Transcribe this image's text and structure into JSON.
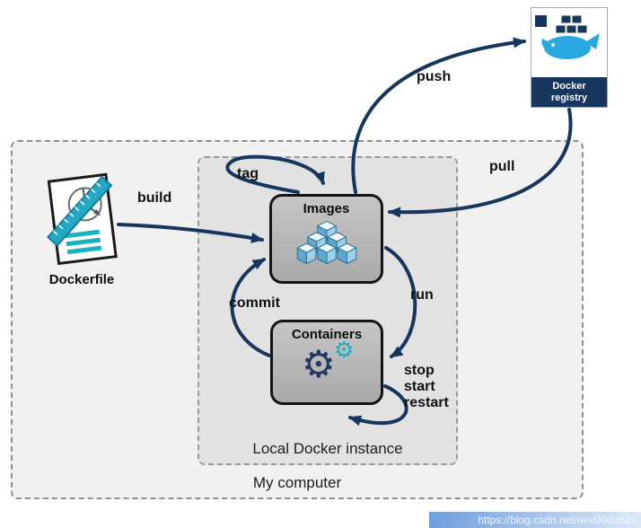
{
  "diagram": {
    "outer": {
      "label": "My computer"
    },
    "inner": {
      "label": "Local Docker instance"
    },
    "nodes": {
      "dockerfile": {
        "label": "Dockerfile"
      },
      "images": {
        "label": "Images"
      },
      "containers": {
        "label": "Containers"
      },
      "registry": {
        "label_line1": "Docker",
        "label_line2": "registry"
      }
    },
    "edges": {
      "build": "build",
      "tag": "tag",
      "push": "push",
      "pull": "pull",
      "run": "run",
      "commit": "commit",
      "stop": "stop",
      "start": "start",
      "restart": "restart"
    },
    "icons": {
      "images_icon": "cube-pyramid-icon",
      "containers_icon": "gears-icon",
      "registry_icon": "docker-whale-icon",
      "dockerfile_icon": "blueprint-document-icon"
    },
    "watermark": "https://blog.csdn.net/nev00du621",
    "colors": {
      "arrow": "#17365d",
      "node_fill": "#b5b5b5",
      "inner_fill": "#e2e2e2",
      "outer_fill": "#f1f1f1",
      "registry_band": "#17365d",
      "docker_blue": "#29a8e0",
      "teal_accent": "#1fa8c9"
    }
  }
}
